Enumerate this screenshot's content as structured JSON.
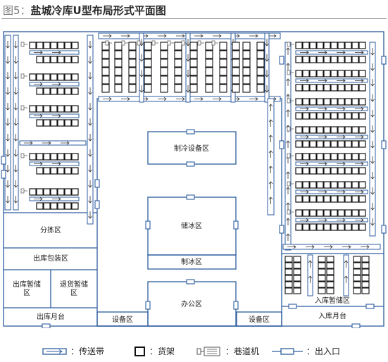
{
  "title": {
    "fig_no": "图5：",
    "text": "盐城冷库U型布局形式平面图"
  },
  "zones": {
    "sorting": "分拣区",
    "outbound_packing": "出库包装区",
    "outbound_temp": "出库暂储区",
    "return_temp": "退货暂储区",
    "outbound_platform": "出库月台",
    "equipment_left": "设备区",
    "refrigeration_equipment": "制冷设备区",
    "cold_storage": "储冰区",
    "ice_making": "制冰区",
    "office": "办公区",
    "equipment_right": "设备区",
    "inbound_temp": "入库暂储区",
    "inbound_platform": "入库月台"
  },
  "legend": {
    "conveyor": "：传送带",
    "shelf": "：货架",
    "stacker": "：巷道机",
    "door": "：出入口"
  },
  "colors": {
    "line": "#2d5d9f",
    "text": "#222222",
    "background": "#ffffff"
  }
}
